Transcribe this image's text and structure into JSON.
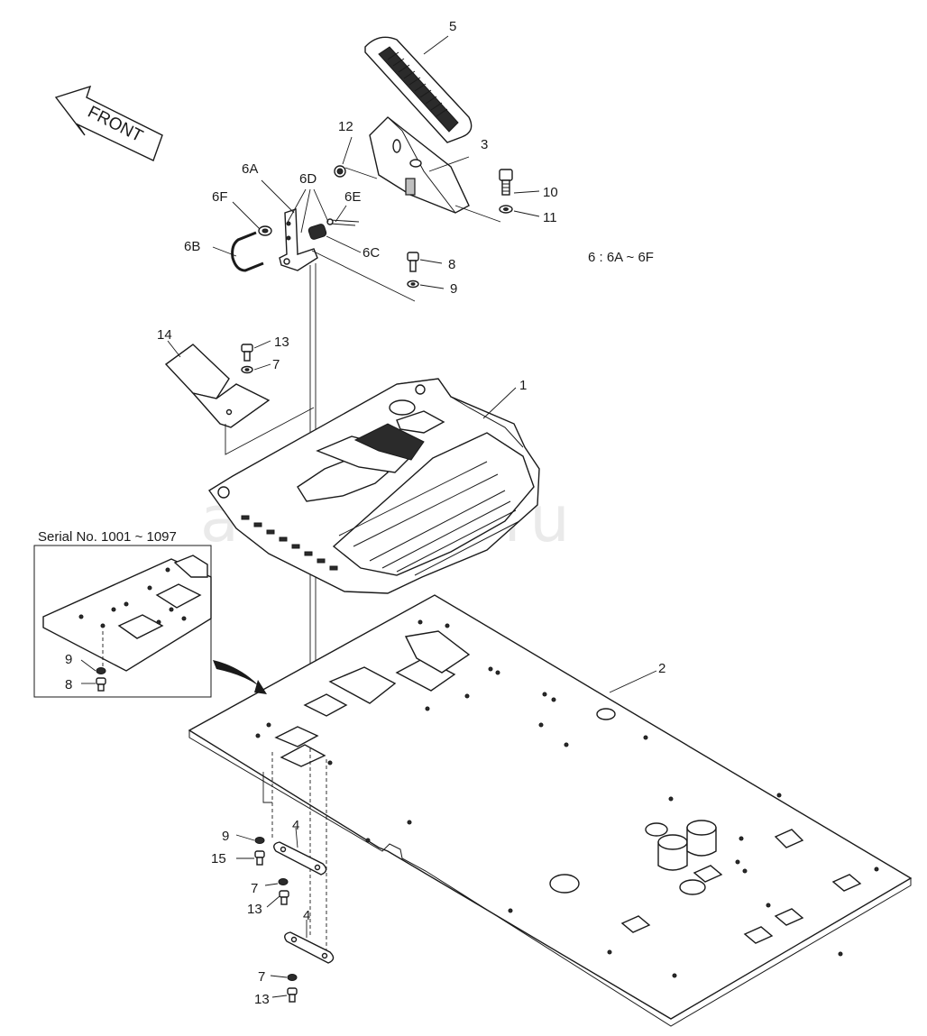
{
  "watermark": "autopiter.ru",
  "front_label": "FRONT",
  "group_note": "6 : 6A ~ 6F",
  "inset": {
    "title": "Serial No. 1001 ~ 1097"
  },
  "callouts": {
    "c1": "1",
    "c2": "2",
    "c3": "3",
    "c4a": "4",
    "c4b": "4",
    "c5": "5",
    "c6A": "6A",
    "c6B": "6B",
    "c6C": "6C",
    "c6D": "6D",
    "c6E": "6E",
    "c6F": "6F",
    "c7a": "7",
    "c7b": "7",
    "c7c": "7",
    "c8a": "8",
    "c8b": "8",
    "c9a": "9",
    "c9b": "9",
    "c9c": "9",
    "c10": "10",
    "c11": "11",
    "c12": "12",
    "c13a": "13",
    "c13b": "13",
    "c13c": "13",
    "c14": "14",
    "c15": "15"
  }
}
